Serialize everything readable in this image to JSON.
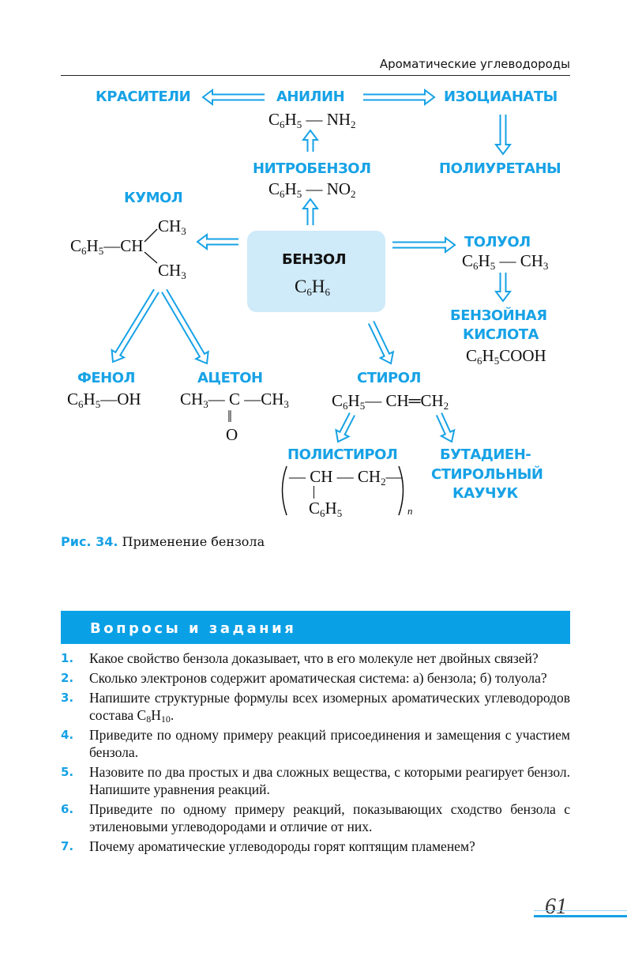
{
  "running_head": "Ароматические углеводороды",
  "diagram": {
    "center": {
      "label": "БЕНЗОЛ",
      "formula": "C6H6"
    },
    "krasiteli": "КРАСИТЕЛИ",
    "anilin": {
      "label": "АНИЛИН",
      "formula": "C6H5 — NH2"
    },
    "izocianaty": "ИЗОЦИАНАТЫ",
    "poliuretany": "ПОЛИУРЕТАНЫ",
    "nitrobenzol": {
      "label": "НИТРОБЕНЗОЛ",
      "formula": "C6H5 — NO2"
    },
    "kumol": {
      "label": "КУМОЛ",
      "top": "CH3",
      "main": "C6H5—CH",
      "bottom": "CH3"
    },
    "toluol": {
      "label": "ТОЛУОЛ",
      "formula": "C6H5 — CH3"
    },
    "benzoic": {
      "label1": "БЕНЗОЙНАЯ",
      "label2": "КИСЛОТА",
      "formula": "C6H5COOH"
    },
    "fenol": {
      "label": "ФЕНОЛ",
      "formula": "C6H5—OH"
    },
    "aceton": {
      "label": "АЦЕТОН",
      "formula": "CH3— C —CH3",
      "bond": "‖",
      "oxygen": "O"
    },
    "stirol": {
      "label": "СТИРОЛ",
      "formula": "C6H5— CH═CH2"
    },
    "polistirol": {
      "label": "ПОЛИСТИРОЛ",
      "chain": "— CH — CH2—",
      "side": "C6H5",
      "n": "n"
    },
    "kauchuk": {
      "label1": "БУТАДИЕН-",
      "label2": "СТИРОЛЬНЫЙ",
      "label3": "КАУЧУК"
    }
  },
  "caption": {
    "number": "Рис. 34.",
    "text": " Применение бензола"
  },
  "questions": {
    "title": "Вопросы и задания",
    "items": [
      {
        "num": "1.",
        "text": "Какое свойство бензола доказывает, что в его молекуле нет двойных связей?"
      },
      {
        "num": "2.",
        "text": "Сколько электронов содержит ароматическая система: а) бензола; б) толуола?"
      },
      {
        "num": "3.",
        "text": "Напишите структурные формулы всех изомерных ароматических углеводородов состава C8H10."
      },
      {
        "num": "4.",
        "text": "Приведите по одному примеру реакций присоединения и замещения с участием бензола."
      },
      {
        "num": "5.",
        "text": "Назовите по два простых и два сложных вещества, с которыми реагирует бензол. Напишите уравнения реакций."
      },
      {
        "num": "6.",
        "text": "Приведите по одному примеру реакций, показывающих сходство бензола с этиленовыми углеводородами и отличие от них."
      },
      {
        "num": "7.",
        "text": "Почему ароматические углеводороды горят коптящим пламенем?"
      }
    ]
  },
  "page_number": "61",
  "colors": {
    "accent": "#17a2e6",
    "box": "#cfeaf9",
    "bar": "#0aa0e6"
  }
}
